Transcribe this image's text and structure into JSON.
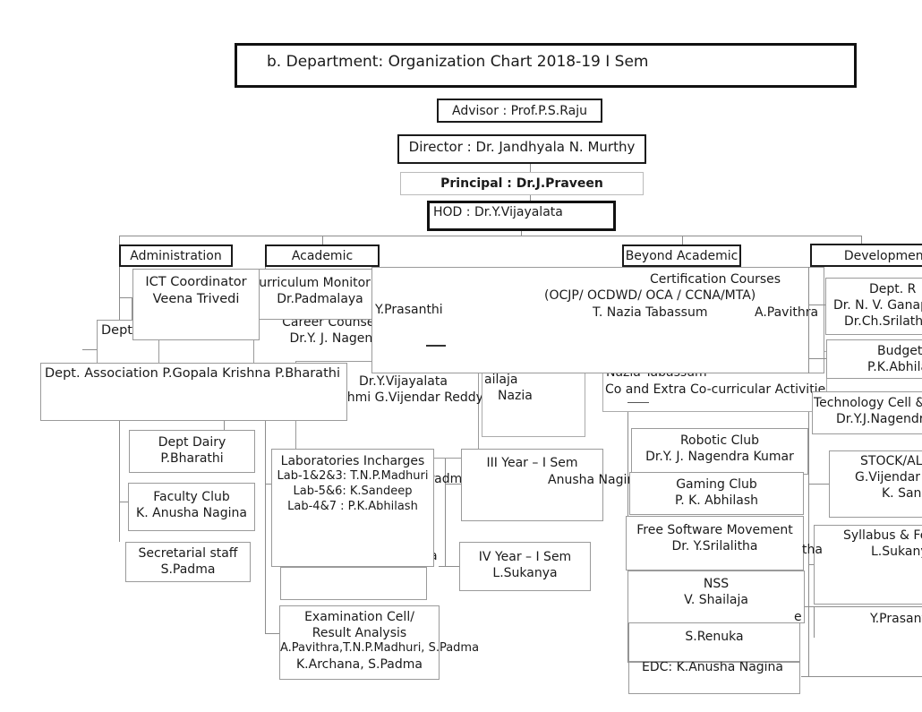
{
  "title": "b. Department:  Organization Chart 2018-19 I Sem",
  "hier": {
    "advisor": "Advisor : Prof.P.S.Raju",
    "director": "Director : Dr. Jandhyala N. Murthy",
    "principal": "Principal : Dr.J.Praveen",
    "hod": "HOD : Dr.Y.Vijayalata"
  },
  "branch": {
    "admin": "Administration",
    "academic": "Academic",
    "beyond": "Beyond Academic",
    "dev": "Development"
  },
  "admin": {
    "ict": [
      "ICT Coordinator",
      "Veena Trivedi"
    ],
    "dept_frag": "Dept.",
    "assoc": "Dept. Association  P.Gopala Krishna   P.Bharathi",
    "dairy": [
      "Dept Dairy",
      "P.Bharathi"
    ],
    "faculty": [
      "Faculty Club",
      "K. Anusha Nagina"
    ],
    "secretarial": [
      "Secretarial staff",
      "S.Padma"
    ]
  },
  "acad": {
    "curriculum": [
      "Curriculum Monitoring",
      "Dr.Padmalaya"
    ],
    "career": [
      "Career Counselling",
      "Dr.Y. J. Nagendra"
    ],
    "prasanthi": "Y.Prasanthi",
    "labs": [
      "Laboratories Incharges",
      "Lab-1&2&3: T.N.P.Madhuri",
      "Lab-5&6: K.Sandeep",
      "Lab-4&7 : P.K.Abhilash"
    ],
    "year3": [
      "III Year – I Sem",
      "Anusha Nagina"
    ],
    "year4": [
      "IV Year – I Sem",
      "L.Sukanya"
    ],
    "exam": [
      "Examination Cell/",
      "Result Analysis",
      "A.Pavithra,T.N.P.Madhuri,    S.Padma",
      "K.Archana, S.Padma"
    ]
  },
  "beyond": {
    "cert": [
      "Certification Courses",
      "(OCJP/ OCDWD/ OCA / CCNA/MTA)",
      "T. Nazia Tabassum",
      "A.Pavithra"
    ],
    "cocur": [
      "Nazia Tabassum",
      "Co and Extra Co-curricular Activities"
    ],
    "robotic": [
      "Robotic Club",
      "Dr.Y. J. Nagendra Kumar"
    ],
    "gaming": [
      "Gaming Club",
      "P. K. Abhilash"
    ],
    "fsm": [
      "Free Software Movement",
      "Dr. Y.Srilalitha"
    ],
    "nss": [
      "NSS",
      "V. Shailaja"
    ],
    "renuka": "S.Renuka",
    "edc": "EDC: K.Anusha Nagina"
  },
  "dev": {
    "dept_r": [
      "Dept. R",
      "Dr. N. V. Ganapathi",
      "Dr.Ch.Srilatha"
    ],
    "budget": [
      "Budget",
      "P.K.Abhilash"
    ],
    "tech": [
      "Technology Cell &",
      "Dr.Y.J.Nagendra"
    ],
    "stock": [
      "STOCK/ALU",
      "G.Vijendar Reddy",
      "K. Sandeep"
    ],
    "syllabus": [
      "Syllabus & Fe",
      "L.Sukanya"
    ],
    "prasanthi": "Y.Prasanthi"
  },
  "frag": {
    "vijayalata": [
      "Dr.Y.Vijayalata",
      "Lakshmi G.Vijendar Reddy"
    ],
    "shailaja": [
      "ailaja",
      "Nazia"
    ],
    "padma": "S.Padma",
    "a": "a",
    "tha": "tha",
    "e": "e"
  },
  "colors": {
    "border_dark": "#1a1a1a",
    "border_light": "#9a9a9a",
    "text": "#1a1a1a"
  }
}
